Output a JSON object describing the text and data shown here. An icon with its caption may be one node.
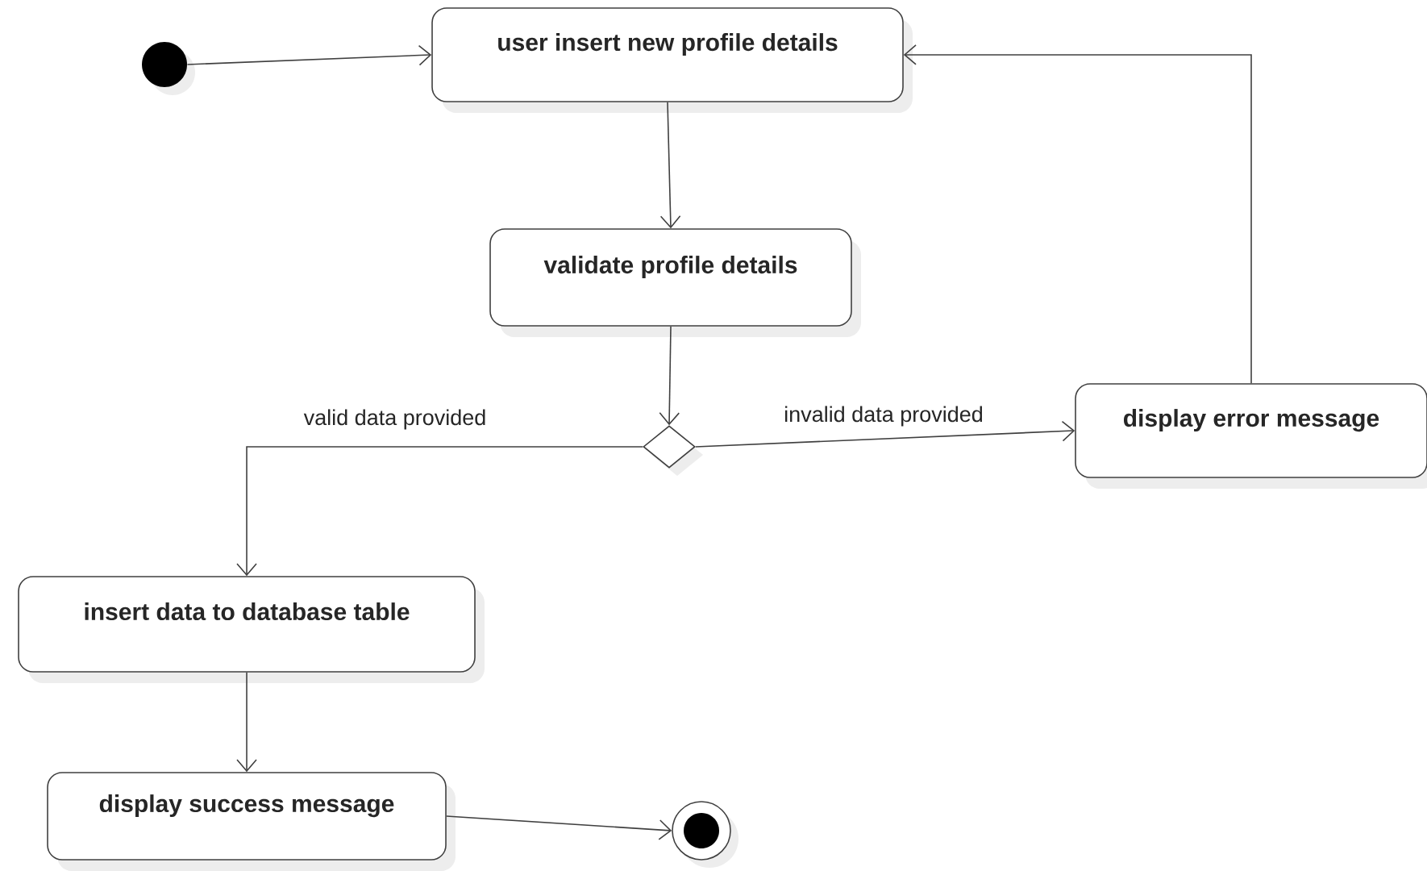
{
  "diagram": {
    "nodes": [
      {
        "text": [],
        "shape": "circle"
      },
      {
        "text": [
          "user insert new profile details"
        ]
      },
      {
        "text": [
          "validate profile details"
        ]
      },
      {
        "text": [],
        "shape": "diamond"
      },
      {
        "text": [
          "display error message"
        ]
      },
      {
        "text": [
          "insert data to database table"
        ]
      },
      {
        "text": [
          "display success message"
        ]
      },
      {
        "text": [],
        "shape": "circle"
      }
    ],
    "edges": [
      {
        "from": 0,
        "to": 1,
        "arrow": "to"
      },
      {
        "from": 1,
        "to": 2,
        "arrow": "to"
      },
      {
        "from": 2,
        "to": 3,
        "arrow": "to"
      },
      {
        "from": 3,
        "to": 5,
        "arrow": "to",
        "label": "valid data provided"
      },
      {
        "from": 3,
        "to": 4,
        "arrow": "to",
        "label": "invalid data provided"
      },
      {
        "from": 4,
        "to": 1,
        "arrow": "to"
      },
      {
        "from": 5,
        "to": 6,
        "arrow": "to"
      },
      {
        "from": 6,
        "to": 7,
        "arrow": "to"
      }
    ]
  }
}
